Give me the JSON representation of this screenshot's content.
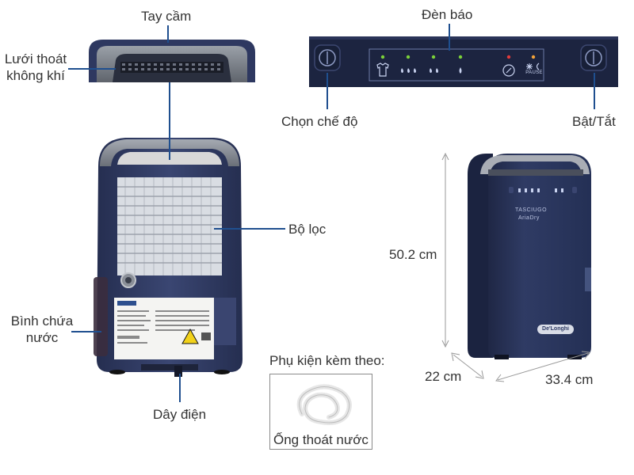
{
  "labels": {
    "handle": "Tay cầm",
    "vent_line1": "Lưới thoát",
    "vent_line2": "không khí",
    "indicator": "Đèn báo",
    "mode_select": "Chọn chế độ",
    "power": "Bật/Tắt",
    "filter": "Bộ lọc",
    "tank_line1": "Bình chứa",
    "tank_line2": "nước",
    "cord": "Dây điện",
    "accessories": "Phụ kiện kèm theo:",
    "drain_hose": "Ống thoát nước"
  },
  "dimensions": {
    "height": "50.2 cm",
    "depth": "22 cm",
    "width": "33.4  cm"
  },
  "panel": {
    "pause": "PAUSE"
  },
  "brand": {
    "logo_text": "De'Longhi",
    "front_text_line1": "TASCIUGO",
    "front_text_line2": "AriaDry"
  },
  "colors": {
    "body": "#2f3b64",
    "body_dark": "#1f2743",
    "panel": "#1c2440",
    "leader": "#1f4f8f",
    "led_green": "#7bd23a",
    "led_red": "#e23b3b",
    "led_orange": "#f2a23a"
  }
}
